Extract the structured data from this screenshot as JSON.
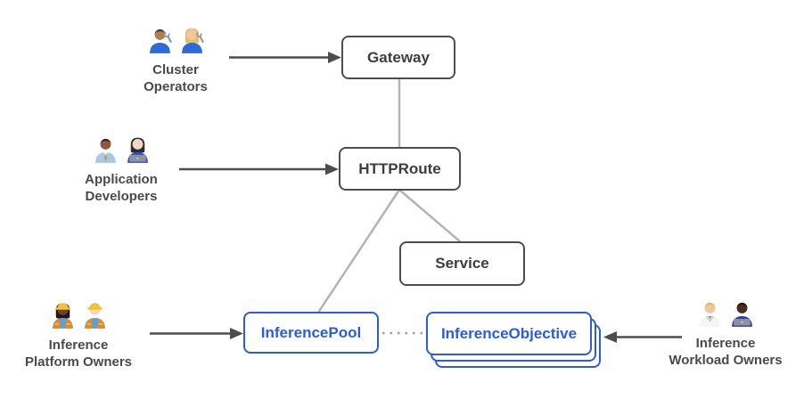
{
  "colors": {
    "background": "#ffffff",
    "accent_blue": "#2b5ce0",
    "node_border_gray": "#4d4d4d",
    "node_text_dark": "#3d3d3d",
    "connector_gray": "#b3b3b3",
    "dotted_gray": "#9e9e9e",
    "arrow_dark": "#4d4d4d",
    "persona_label_gray": "#4a4a4a"
  },
  "nodes": {
    "gateway": {
      "label": "Gateway"
    },
    "httproute": {
      "label": "HTTPRoute"
    },
    "service": {
      "label": "Service"
    },
    "inference_pool": {
      "label": "InferencePool"
    },
    "inference_objective": {
      "label": "InferenceObjective"
    }
  },
  "personas": {
    "cluster_operators": {
      "label": "Cluster\nOperators",
      "people": [
        {
          "name": "man-mechanic-emoji",
          "skin": "#b0804f",
          "hair": "#4a2f1d",
          "hair_style": "short",
          "shirt": "#2f6bd8",
          "accessories": [
            "wrench"
          ]
        },
        {
          "name": "woman-mechanic-emoji",
          "skin": "#f0c89e",
          "hair": "#e2c063",
          "hair_style": "long",
          "shirt": "#2f6bd8",
          "accessories": [
            "wrench"
          ]
        }
      ]
    },
    "application_developers": {
      "label": "Application\nDevelopers",
      "people": [
        {
          "name": "man-office-worker-emoji",
          "skin": "#8d5a3b",
          "hair": "#2c1f17",
          "hair_style": "short",
          "shirt": "#aac6e8",
          "accessories": [
            "tie"
          ]
        },
        {
          "name": "woman-technologist-emoji",
          "skin": "#f4d7c0",
          "hair": "#2b2b33",
          "hair_style": "long",
          "shirt": "#3350c9",
          "accessories": [
            "laptop"
          ]
        }
      ]
    },
    "inference_platform_owners": {
      "label": "Inference\nPlatform Owners",
      "people": [
        {
          "name": "woman-construction-worker-emoji",
          "skin": "#6b4130",
          "hair": "#201712",
          "hair_style": "long",
          "shirt": "#5aa0d8",
          "accessories": [
            "hardhat",
            "vest"
          ]
        },
        {
          "name": "man-construction-worker-emoji",
          "skin": "#f4d7c0",
          "hair": "#caa46a",
          "hair_style": "short",
          "shirt": "#5aa0d8",
          "accessories": [
            "hardhat",
            "vest"
          ]
        }
      ]
    },
    "inference_workload_owners": {
      "label": "Inference\nWorkload Owners",
      "people": [
        {
          "name": "health-worker-emoji",
          "skin": "#f0c89e",
          "hair": "#d8b75a",
          "hair_style": "short",
          "shirt": "#f3f5f6",
          "accessories": [
            "coat-collar"
          ]
        },
        {
          "name": "man-technologist-emoji",
          "skin": "#4a2c20",
          "hair": "#17120f",
          "hair_style": "short",
          "shirt": "#2d3fb8",
          "accessories": [
            "laptop"
          ]
        }
      ]
    }
  }
}
